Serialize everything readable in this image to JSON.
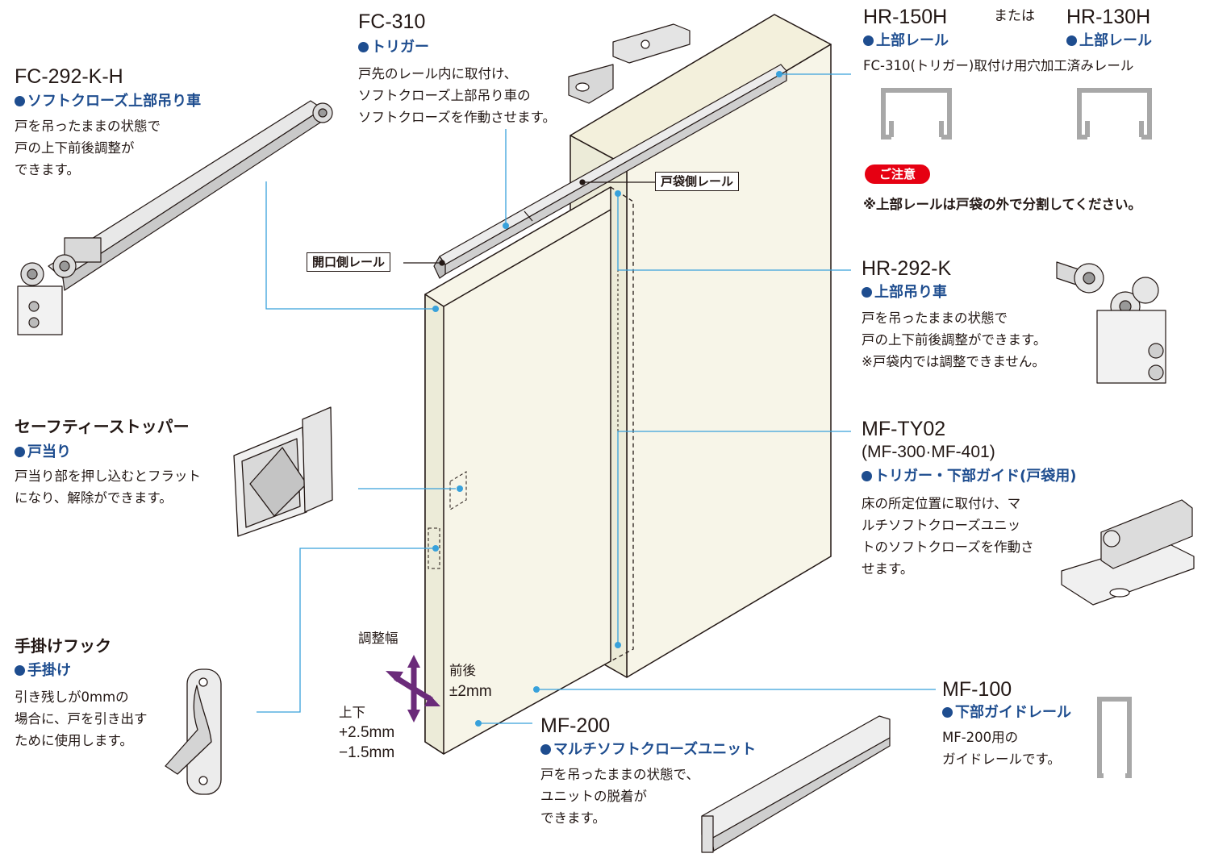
{
  "colors": {
    "accent_blue": "#1e4d8f",
    "leader_blue": "#38a1db",
    "door_fill": "#f7f5e8",
    "arrow_purple": "#6b2b7a",
    "note_red": "#e60012"
  },
  "fc292": {
    "model": "FC-292-K-H",
    "cat": "ソフトクローズ上部吊り車",
    "desc": [
      "戸を吊ったままの状態で",
      "戸の上下前後調整が",
      "できます。"
    ]
  },
  "fc310": {
    "model": "FC-310",
    "cat": "トリガー",
    "desc": [
      "戸先のレール内に取付け、",
      "ソフトクローズ上部吊り車の",
      "ソフトクローズを作動させます。"
    ]
  },
  "hr150": {
    "model": "HR-150H",
    "or": "または",
    "model2": "HR-130H",
    "cat": "上部レール",
    "cat2": "上部レール",
    "desc": "FC-310(トリガー)取付け用穴加工済みレール"
  },
  "note": {
    "badge": "ご注意",
    "text": "※上部レールは戸袋の外で分割してください。"
  },
  "labels": {
    "pocket_rail": "戸袋側レール",
    "opening_rail": "開口側レール"
  },
  "hr292": {
    "model": "HR-292-K",
    "cat": "上部吊り車",
    "desc": [
      "戸を吊ったままの状態で",
      "戸の上下前後調整ができます。",
      "※戸袋内では調整できません。"
    ]
  },
  "stopper": {
    "title": "セーフティーストッパー",
    "cat": "戸当り",
    "desc": [
      "戸当り部を押し込むとフラット",
      "になり、解除ができます。"
    ]
  },
  "mfty": {
    "model": "MF-TY02",
    "model_sub": "(MF-300·MF-401)",
    "cat": "トリガー・下部ガイド(戸袋用)",
    "desc": [
      "床の所定位置に取付け、マ",
      "ルチソフトクローズユニッ",
      "トのソフトクローズを作動さ",
      "せます。"
    ]
  },
  "hook": {
    "title": "手掛けフック",
    "cat": "手掛け",
    "desc": [
      "引き残しが0mmの",
      "場合に、戸を引き出す",
      "ために使用します。"
    ]
  },
  "adjust": {
    "title": "調整幅",
    "fb_label": "前後",
    "fb_value": "±2mm",
    "ud_label": "上下",
    "ud_plus": "+2.5mm",
    "ud_minus": "−1.5mm"
  },
  "mf100": {
    "model": "MF-100",
    "cat": "下部ガイドレール",
    "desc": [
      "MF-200用の",
      "ガイドレールです。"
    ]
  },
  "mf200": {
    "model": "MF-200",
    "cat": "マルチソフトクローズユニット",
    "desc": [
      "戸を吊ったままの状態で、",
      "ユニットの脱着が",
      "できます。"
    ]
  }
}
